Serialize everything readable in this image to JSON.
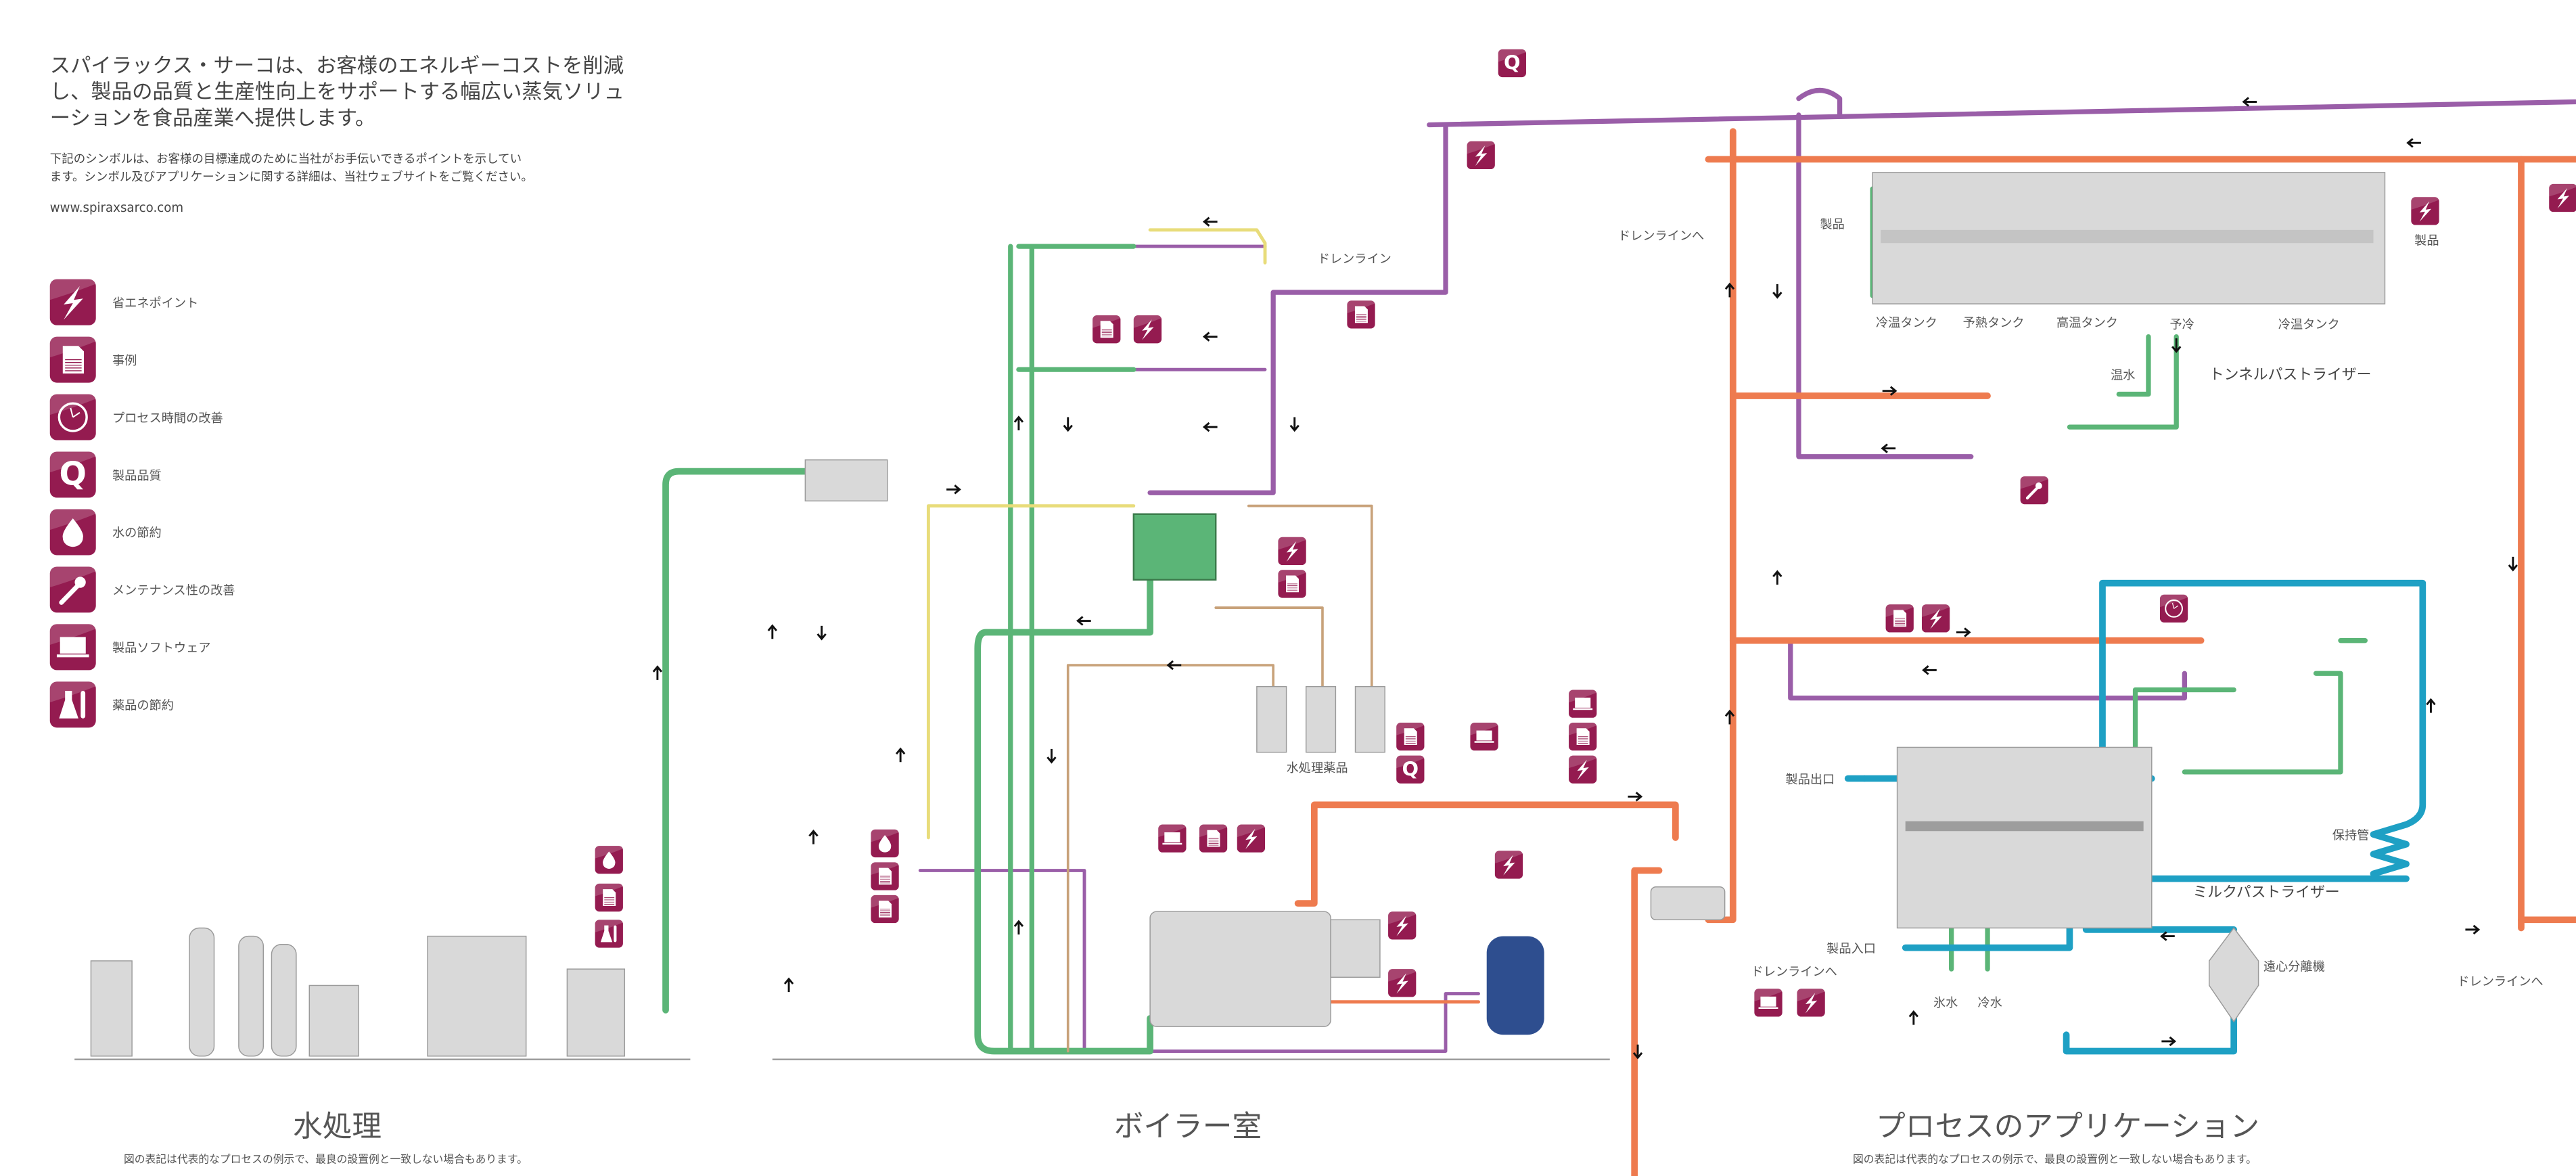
{
  "intro": {
    "headline_lines": [
      "スパイラックス・サーコは、お客様のエネルギーコストを削減",
      "し、製品の品質と生産性向上をサポートする幅広い蒸気ソリュ",
      "ーションを食品産業へ提供します。"
    ],
    "body_lines": [
      "下記のシンボルは、お客様の目標達成のために当社がお手伝いできるポイントを示してい",
      "ます。シンボル及びアプリケーションに関する詳細は、当社ウェブサイトをご覧ください。"
    ],
    "url": "www.spiraxsarco.com"
  },
  "legend": [
    {
      "icon": "lightning-icon",
      "label": "省エネポイント"
    },
    {
      "icon": "document-icon",
      "label": "事例"
    },
    {
      "icon": "clock-icon",
      "label": "プロセス時間の改善"
    },
    {
      "icon": "q-icon",
      "label": "製品品質"
    },
    {
      "icon": "water-drop-icon",
      "label": "水の節約"
    },
    {
      "icon": "wrench-icon",
      "label": "メンテナンス性の改善"
    },
    {
      "icon": "laptop-icon",
      "label": "製品ソフトウェア"
    },
    {
      "icon": "flask-icon",
      "label": "薬品の節約"
    }
  ],
  "sections": {
    "water_treatment": "水処理",
    "boiler_room": "ボイラー室",
    "process_applications": "プロセスのアプリケーション",
    "disclaimer": "図の表記は代表的なプロセスの例示で、最良の設置例と一致しない場合もあります。"
  },
  "labels": {
    "drain_line": "ドレンライン",
    "to_drain_line": "ドレンラインへ",
    "product": "製品",
    "cold_tank_1": "冷温タンク",
    "preheat_tank": "予熱タンク",
    "hot_tank": "高温タンク",
    "precool": "予冷",
    "cold_tank_2": "冷温タンク",
    "hot_water": "温水",
    "tunnel_pasteurizer": "トンネルパストライザー",
    "water_treatment_chemicals": "水処理薬品",
    "product_outlet": "製品出口",
    "holding_tube": "保持管",
    "milk_pasteurizer": "ミルクパストライザー",
    "product_inlet": "製品入口",
    "centrifugal_separator": "遠心分離機",
    "ice_water": "氷水",
    "cold_water": "冷水"
  },
  "diagram_icons": [
    "q",
    "lightning",
    "document",
    "document",
    "lightning",
    "lightning",
    "document",
    "water-drop",
    "document",
    "document",
    "water-drop",
    "document",
    "flask",
    "document",
    "q",
    "laptop",
    "laptop",
    "document",
    "lightning",
    "laptop",
    "document",
    "lightning",
    "lightning",
    "lightning",
    "lightning",
    "document",
    "lightning",
    "clock",
    "wrench",
    "lightning",
    "lightning",
    "laptop",
    "lightning"
  ],
  "colors": {
    "icon_bg": "#941b50",
    "steam_pipe": "#ee7b4f",
    "condensate_pipe": "#9a5ea8",
    "water_pipe": "#5bb577",
    "product_pipe": "#1ea0c4",
    "feed_pipe": "#e8dc7a",
    "chem_pipe": "#c8a27a",
    "text": "#4a4a4a"
  }
}
